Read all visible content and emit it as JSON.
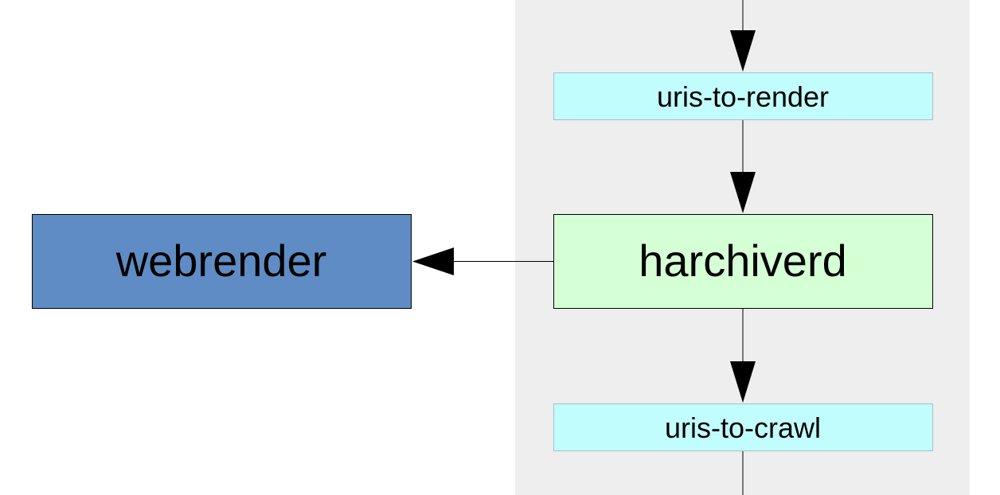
{
  "nodes": {
    "webrender": {
      "label": "webrender"
    },
    "harchiverd": {
      "label": "harchiverd"
    },
    "uris_to_render": {
      "label": "uris-to-render"
    },
    "uris_to_crawl": {
      "label": "uris-to-crawl"
    }
  },
  "colors": {
    "background": "#ffffff",
    "panel": "#eeeeee",
    "queue_fill": "#c2fdfd",
    "queue_stroke": "#9fc1c8",
    "service_fill": "#d5ffd5",
    "webrender_fill": "#5f8cc4",
    "line": "#000000"
  }
}
